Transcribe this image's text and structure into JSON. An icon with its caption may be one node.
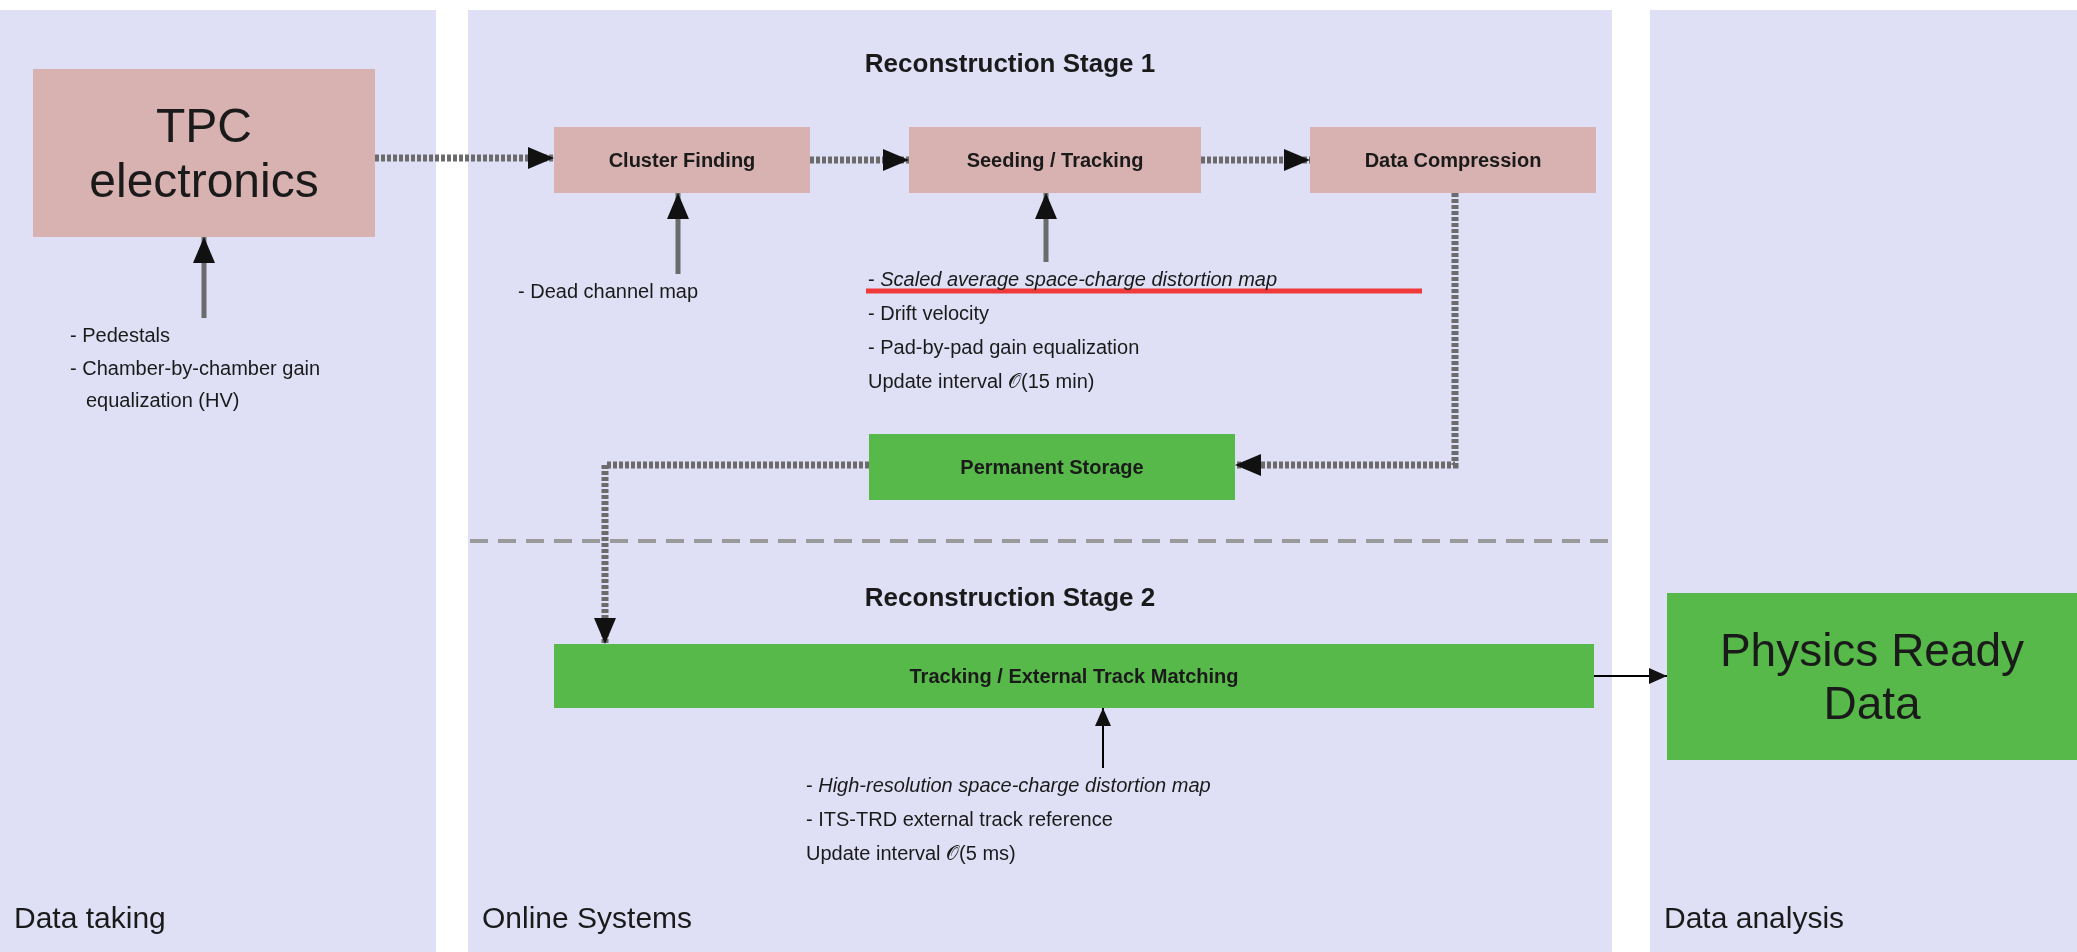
{
  "diagram": {
    "nodes": [
      {
        "text": [
          "Data taking"
        ]
      },
      {
        "text": [
          "Online Systems"
        ]
      },
      {
        "text": [
          "Data analysis"
        ]
      },
      {
        "text": [
          "TPC electronics"
        ],
        "in": 0
      },
      {
        "text": [
          "- Pedestals",
          "- Chamber-by-chamber gain equalization (HV)"
        ],
        "in": 0
      },
      {
        "text": [
          "Cluster Finding"
        ],
        "in": 1
      },
      {
        "text": [
          "Seeding / Tracking"
        ],
        "in": 1
      },
      {
        "text": [
          "Data Compression"
        ],
        "in": 1
      },
      {
        "text": [
          "- Dead channel map"
        ],
        "in": 1
      },
      {
        "text": [
          "- *Scaled average space-charge distortion map*",
          "- Drift velocity",
          "- Pad-by-pad gain equalization",
          "Update interval 𝒪(15 min)"
        ],
        "in": 1
      },
      {
        "text": [
          "Permanent Storage"
        ],
        "in": 1
      },
      {
        "text": [
          "Tracking / External Track Matching"
        ],
        "in": 1
      },
      {
        "text": [
          "- *High-resolution space-charge distortion map*",
          "- ITS-TRD external track reference",
          "Update interval 𝒪(5 ms)"
        ],
        "in": 1
      },
      {
        "text": [
          "Physics Ready Data"
        ],
        "in": 2
      }
    ],
    "edges": [
      {
        "from": 3,
        "to": 5,
        "arrow": "to",
        "style": "dashed"
      },
      {
        "from": 5,
        "to": 6,
        "arrow": "to",
        "style": "dashed"
      },
      {
        "from": 6,
        "to": 7,
        "arrow": "to",
        "style": "dashed"
      },
      {
        "from": 7,
        "to": 10,
        "arrow": "to",
        "style": "dashed"
      },
      {
        "from": 10,
        "to": 11,
        "arrow": "to",
        "style": "dashed"
      },
      {
        "from": 4,
        "to": 3,
        "arrow": "to"
      },
      {
        "from": 8,
        "to": 5,
        "arrow": "to"
      },
      {
        "from": 9,
        "to": 6,
        "arrow": "to"
      },
      {
        "from": 12,
        "to": 11,
        "arrow": "to",
        "color": "#000000"
      },
      {
        "from": 11,
        "to": 13,
        "arrow": "to",
        "color": "#000000"
      }
    ],
    "labels": [
      "Reconstruction Stage 1",
      "Reconstruction Stage 2"
    ]
  }
}
